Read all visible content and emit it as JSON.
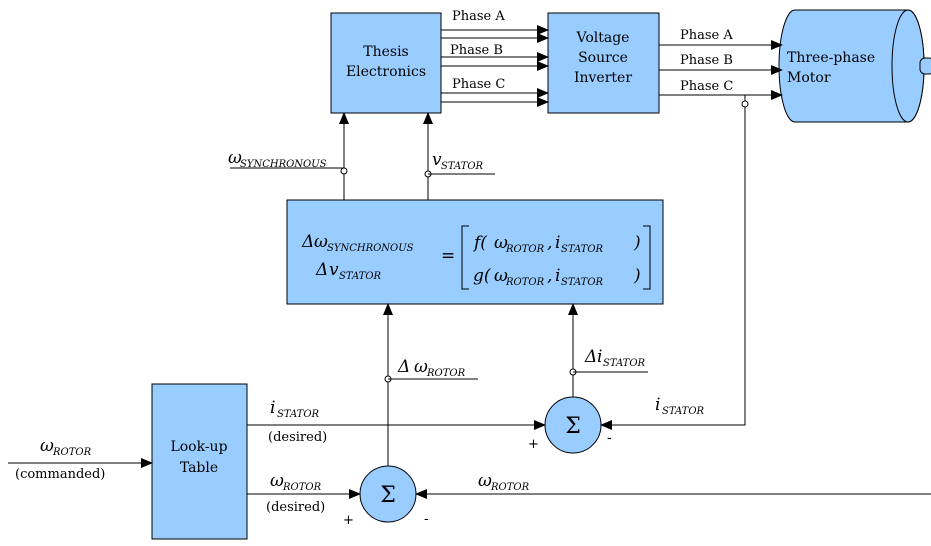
{
  "blocks": {
    "thesis": [
      "Thesis",
      "Electronics"
    ],
    "vsi": [
      "Voltage",
      "Source",
      "Inverter"
    ],
    "motor": [
      "Three-phase",
      "Motor"
    ],
    "lookup": [
      "Look-up",
      "Table"
    ]
  },
  "phases": [
    "Phase A",
    "Phase B",
    "Phase C"
  ],
  "signals": {
    "omega": "ω",
    "v": "v",
    "i": "i",
    "delta": "Δ",
    "equals": "=",
    "f": "f(",
    "g": "g(",
    "comma": ",",
    "close_paren": ")",
    "sub_synchronous": "SYNCHRONOUS",
    "sub_stator": "STATOR",
    "sub_rotor": "ROTOR"
  },
  "annotations": {
    "commanded": "(commanded)",
    "desired": "(desired)"
  },
  "summing": {
    "symbol": "Σ",
    "plus": "+",
    "minus": "-"
  }
}
